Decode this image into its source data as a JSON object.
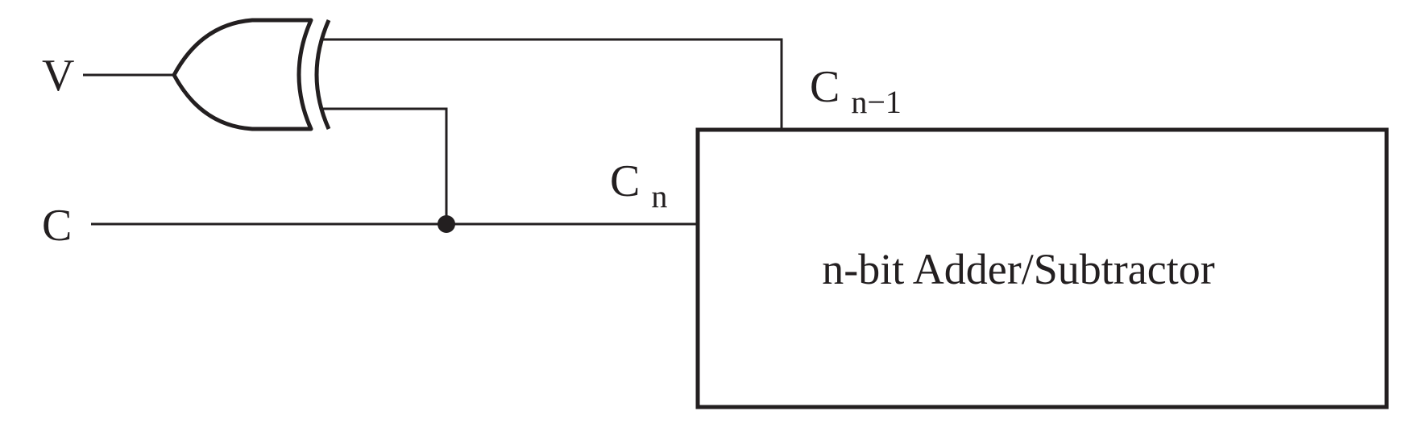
{
  "inputs": {
    "v_label": "V",
    "c_label": "C"
  },
  "signals": {
    "cn_main": "C",
    "cn_sub": "n",
    "cn1_main": "C",
    "cn1_sub": "n−1"
  },
  "block": {
    "title": "n-bit Adder/Subtractor"
  },
  "colors": {
    "ink": "#231f20",
    "background": "#ffffff"
  }
}
